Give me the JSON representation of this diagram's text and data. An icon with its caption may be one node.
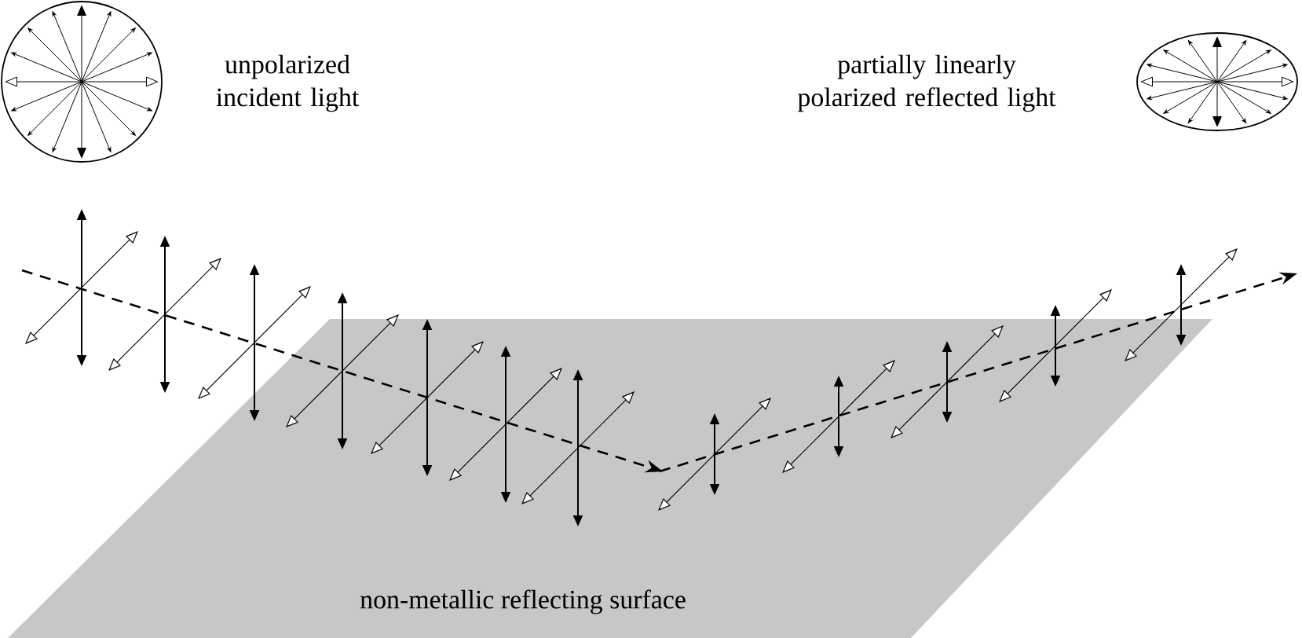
{
  "diagram": {
    "nodes": [
      {
        "text": [
          "non-metallic reflecting surface"
        ]
      }
    ],
    "labels": [
      "unpolarized incident light",
      "partially linearly polarized reflected light"
    ]
  }
}
